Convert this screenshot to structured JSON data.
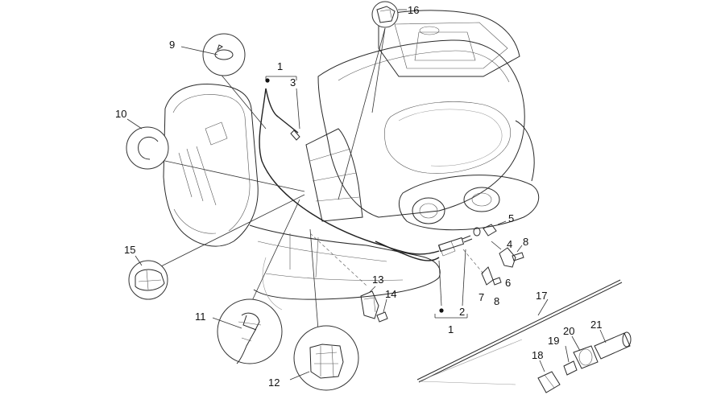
{
  "labels": [
    {
      "id": "c1a",
      "text": "1"
    },
    {
      "id": "c3",
      "text": "3"
    },
    {
      "id": "c9",
      "text": "9"
    },
    {
      "id": "c10",
      "text": "10"
    },
    {
      "id": "c16",
      "text": "16"
    },
    {
      "id": "c5",
      "text": "5"
    },
    {
      "id": "c4",
      "text": "4"
    },
    {
      "id": "c8a",
      "text": "8"
    },
    {
      "id": "c6",
      "text": "6"
    },
    {
      "id": "c7",
      "text": "7"
    },
    {
      "id": "c8b",
      "text": "8"
    },
    {
      "id": "c15",
      "text": "15"
    },
    {
      "id": "c13",
      "text": "13"
    },
    {
      "id": "c14",
      "text": "14"
    },
    {
      "id": "c2",
      "text": "2"
    },
    {
      "id": "c1b",
      "text": "1"
    },
    {
      "id": "c17",
      "text": "17"
    },
    {
      "id": "c11",
      "text": "11"
    },
    {
      "id": "c18",
      "text": "18"
    },
    {
      "id": "c19",
      "text": "19"
    },
    {
      "id": "c20",
      "text": "20"
    },
    {
      "id": "c21",
      "text": "21"
    },
    {
      "id": "c12",
      "text": "12"
    }
  ]
}
